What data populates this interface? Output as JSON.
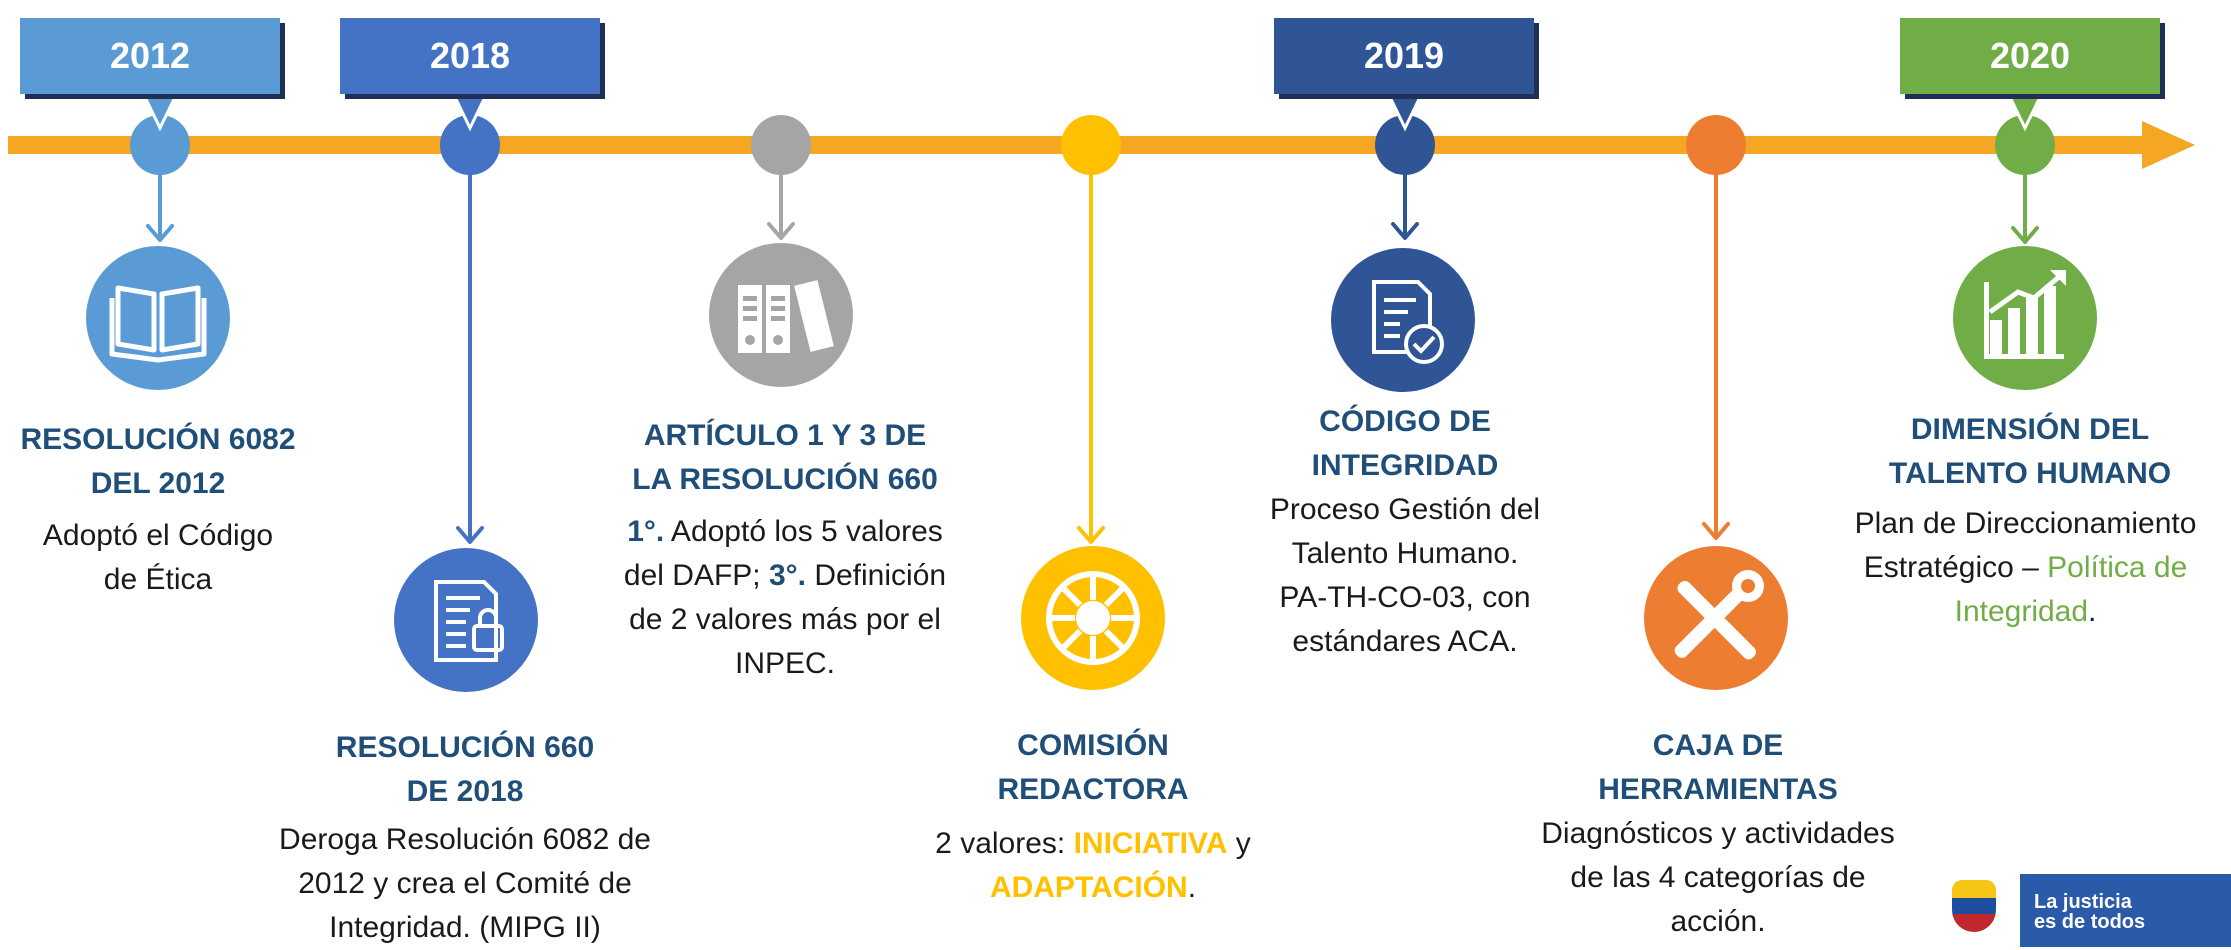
{
  "years": {
    "y2012": "2012",
    "y2018": "2018",
    "y2019": "2019",
    "y2020": "2020"
  },
  "items": {
    "res6082": {
      "title1": "RESOLUCIÓN 6082",
      "title2": "DEL 2012",
      "desc1": "Adoptó el Código",
      "desc2": "de Ética"
    },
    "res660": {
      "title1": "RESOLUCIÓN 660",
      "title2": "DE 2018",
      "desc1": "Deroga Resolución 6082 de",
      "desc2": "2012 y crea el Comité de",
      "desc3": "Integridad. (MIPG II)"
    },
    "art13": {
      "title1": "ARTÍCULO 1 Y 3 DE",
      "title2": "LA RESOLUCIÓN 660",
      "n1": "1°.",
      "d1": " Adoptó los 5 valores",
      "d2": "del DAFP; ",
      "n3": "3°.",
      "d3": " Definición",
      "d4": "de 2 valores más  por el",
      "d5": "INPEC."
    },
    "comision": {
      "title1": "COMISIÓN",
      "title2": "REDACTORA",
      "pre": "2 valores: ",
      "v1": "INICIATIVA",
      "mid": " y",
      "v2": "ADAPTACIÓN",
      "end": "."
    },
    "codigo": {
      "title1": "CÓDIGO DE",
      "title2": "INTEGRIDAD",
      "desc1": "Proceso Gestión del",
      "desc2": "Talento Humano.",
      "desc3": "PA-TH-CO-03, con",
      "desc4": "estándares ACA."
    },
    "caja": {
      "title1": "CAJA DE",
      "title2": "HERRAMIENTAS",
      "desc1": "Diagnósticos y actividades",
      "desc2": "de las 4 categorías de",
      "desc3": "acción."
    },
    "dimension": {
      "title1": "DIMENSIÓN DEL",
      "title2": "TALENTO HUMANO",
      "desc1": "Plan de Direccionamiento",
      "desc2pre": "Estratégico – ",
      "desc2hl": "Política de",
      "desc3hl": "Integridad",
      "desc3end": "."
    }
  },
  "logo": {
    "line1": "La justicia",
    "line2": "es de todos"
  },
  "colors": {
    "arrow": "#f5a623",
    "blue_light": "#5b9bd5",
    "blue": "#4472c4",
    "gray": "#a5a5a5",
    "yellow": "#ffc000",
    "navy": "#2f5597",
    "orange": "#ed7d31",
    "green": "#70ad47",
    "title_text": "#1f4e79"
  }
}
